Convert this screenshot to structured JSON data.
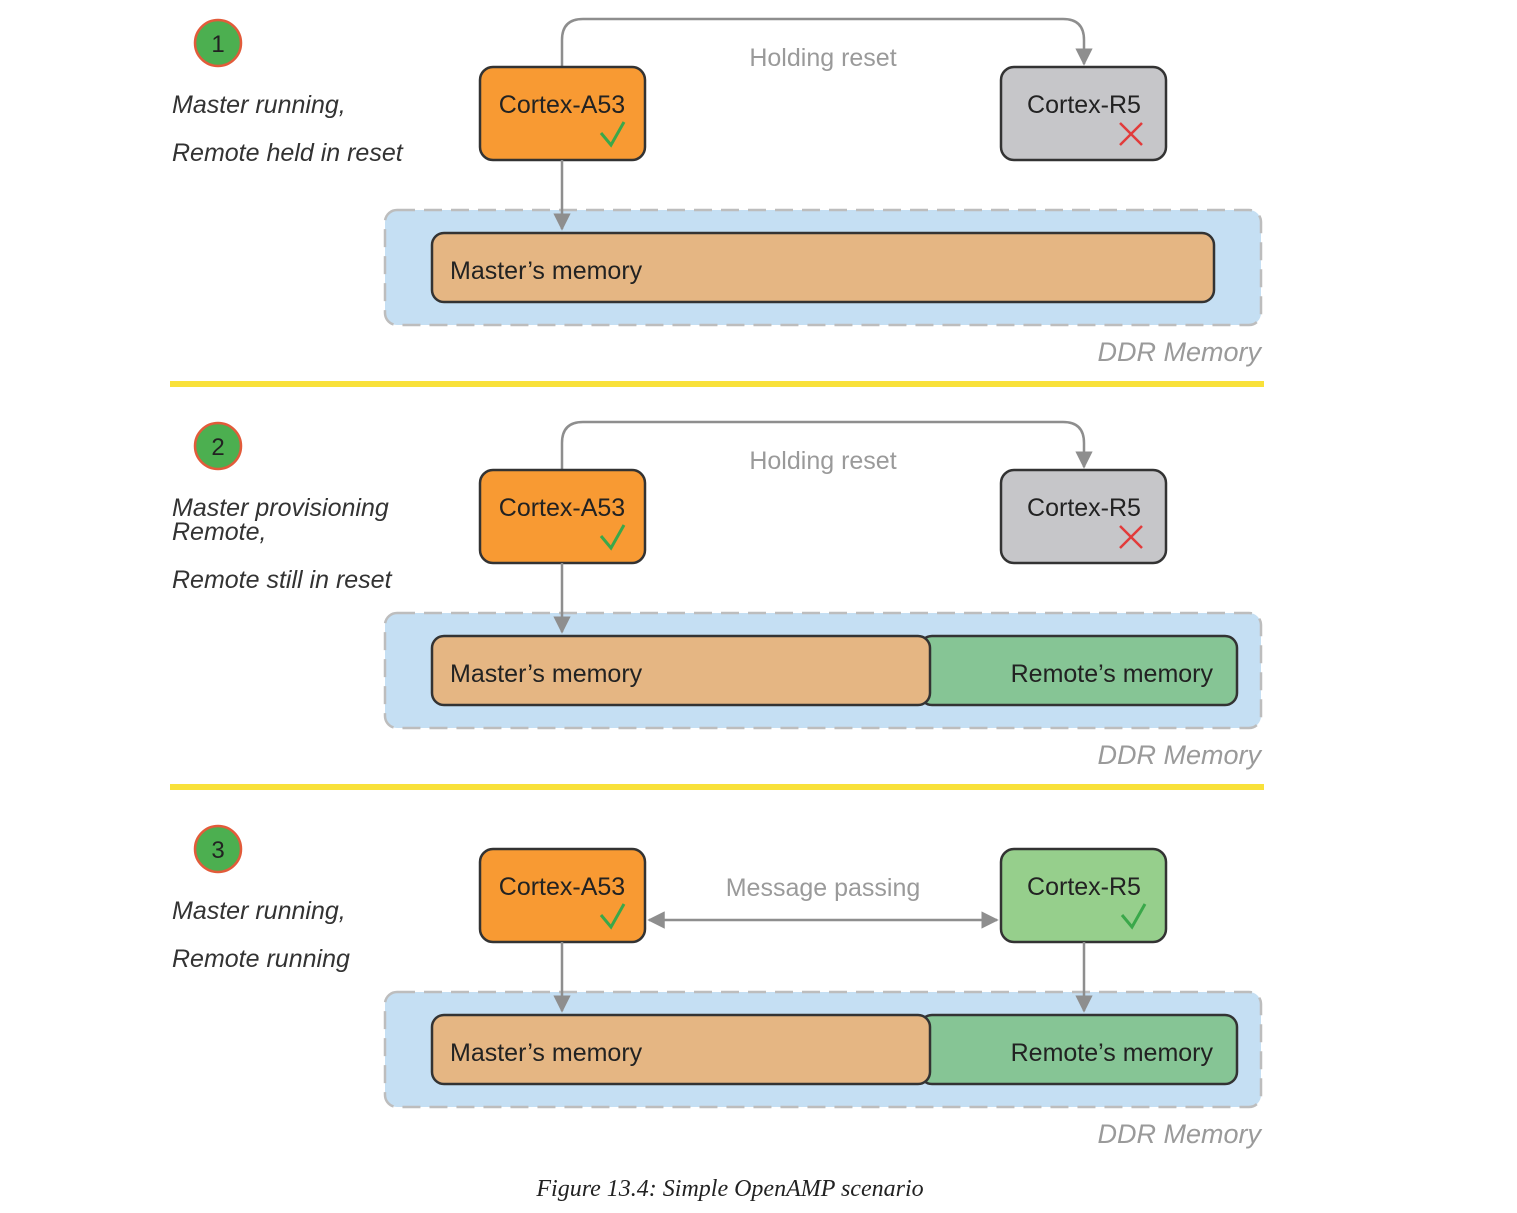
{
  "colors": {
    "badge_fill": "#4caf50",
    "badge_ring": "#e25b3a",
    "master_core": "#f89a33",
    "remote_core_idle": "#c6c6c9",
    "remote_core_running": "#96cf8c",
    "master_memory": "#e5b683",
    "remote_memory": "#86c595",
    "ddr_region": "#c5dff3",
    "separator": "#f9e13a",
    "check": "#3aa84a",
    "cross": "#e23b3b",
    "arrow": "#8e8e8e",
    "label_gray": "#9a9a9a"
  },
  "caption": "Figure 13.4:  Simple OpenAMP scenario",
  "panels": [
    {
      "step": "1",
      "desc_lines": [
        "Master running,",
        "Remote held in reset"
      ],
      "master_core": {
        "label": "Cortex-A53",
        "status": "check-icon"
      },
      "remote_core": {
        "label": "Cortex-R5",
        "status": "cross-icon",
        "state": "idle"
      },
      "link_label": "Holding reset",
      "master_memory": "Master’s memory",
      "remote_memory": "",
      "ddr_label": "DDR Memory"
    },
    {
      "step": "2",
      "desc_lines": [
        "Master provisioning",
        "Remote,",
        "Remote still in reset"
      ],
      "master_core": {
        "label": "Cortex-A53",
        "status": "check-icon"
      },
      "remote_core": {
        "label": "Cortex-R5",
        "status": "cross-icon",
        "state": "idle"
      },
      "link_label": "Holding reset",
      "master_memory": "Master’s memory",
      "remote_memory": "Remote’s memory",
      "ddr_label": "DDR Memory"
    },
    {
      "step": "3",
      "desc_lines": [
        "Master running,",
        "Remote running"
      ],
      "master_core": {
        "label": "Cortex-A53",
        "status": "check-icon"
      },
      "remote_core": {
        "label": "Cortex-R5",
        "status": "check-icon",
        "state": "running"
      },
      "link_label": "Message passing",
      "master_memory": "Master’s memory",
      "remote_memory": "Remote’s memory",
      "ddr_label": "DDR Memory"
    }
  ]
}
